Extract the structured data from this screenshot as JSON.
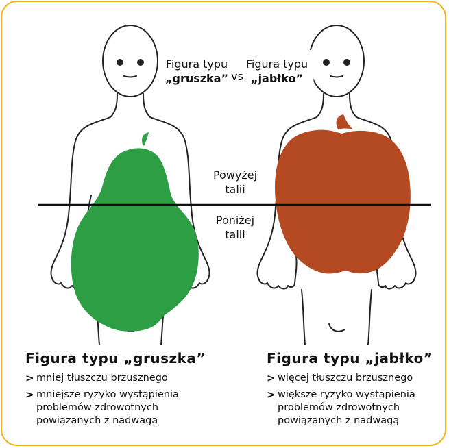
{
  "top_labels": {
    "left_line1": "Figura typu",
    "left_line2": "„gruszka”",
    "vs": "vs",
    "right_line1": "Figura typu",
    "right_line2": "„jabłko”"
  },
  "waist_labels": {
    "above_line1": "Powyżej",
    "above_line2": "talii",
    "below_line1": "Poniżej",
    "below_line2": "talii"
  },
  "pear": {
    "heading": "Figura typu „gruszka”",
    "bullets": [
      "mniej tłuszczu brzusznego",
      "mniejsze ryzyko wystąpienia problemów zdrowotnych powiązanych z nadwagą"
    ]
  },
  "apple": {
    "heading": "Figura typu „jabłko”",
    "bullets": [
      "więcej tłuszczu brzusznego",
      "większe ryzyko wystąpienia problemów zdrowotnych powiązanych z nadwagą"
    ]
  },
  "bullet_marker": ">",
  "colors": {
    "border": "#f5b31a",
    "pear": "#2e9e45",
    "apple": "#b54a22",
    "outline": "#222222"
  }
}
